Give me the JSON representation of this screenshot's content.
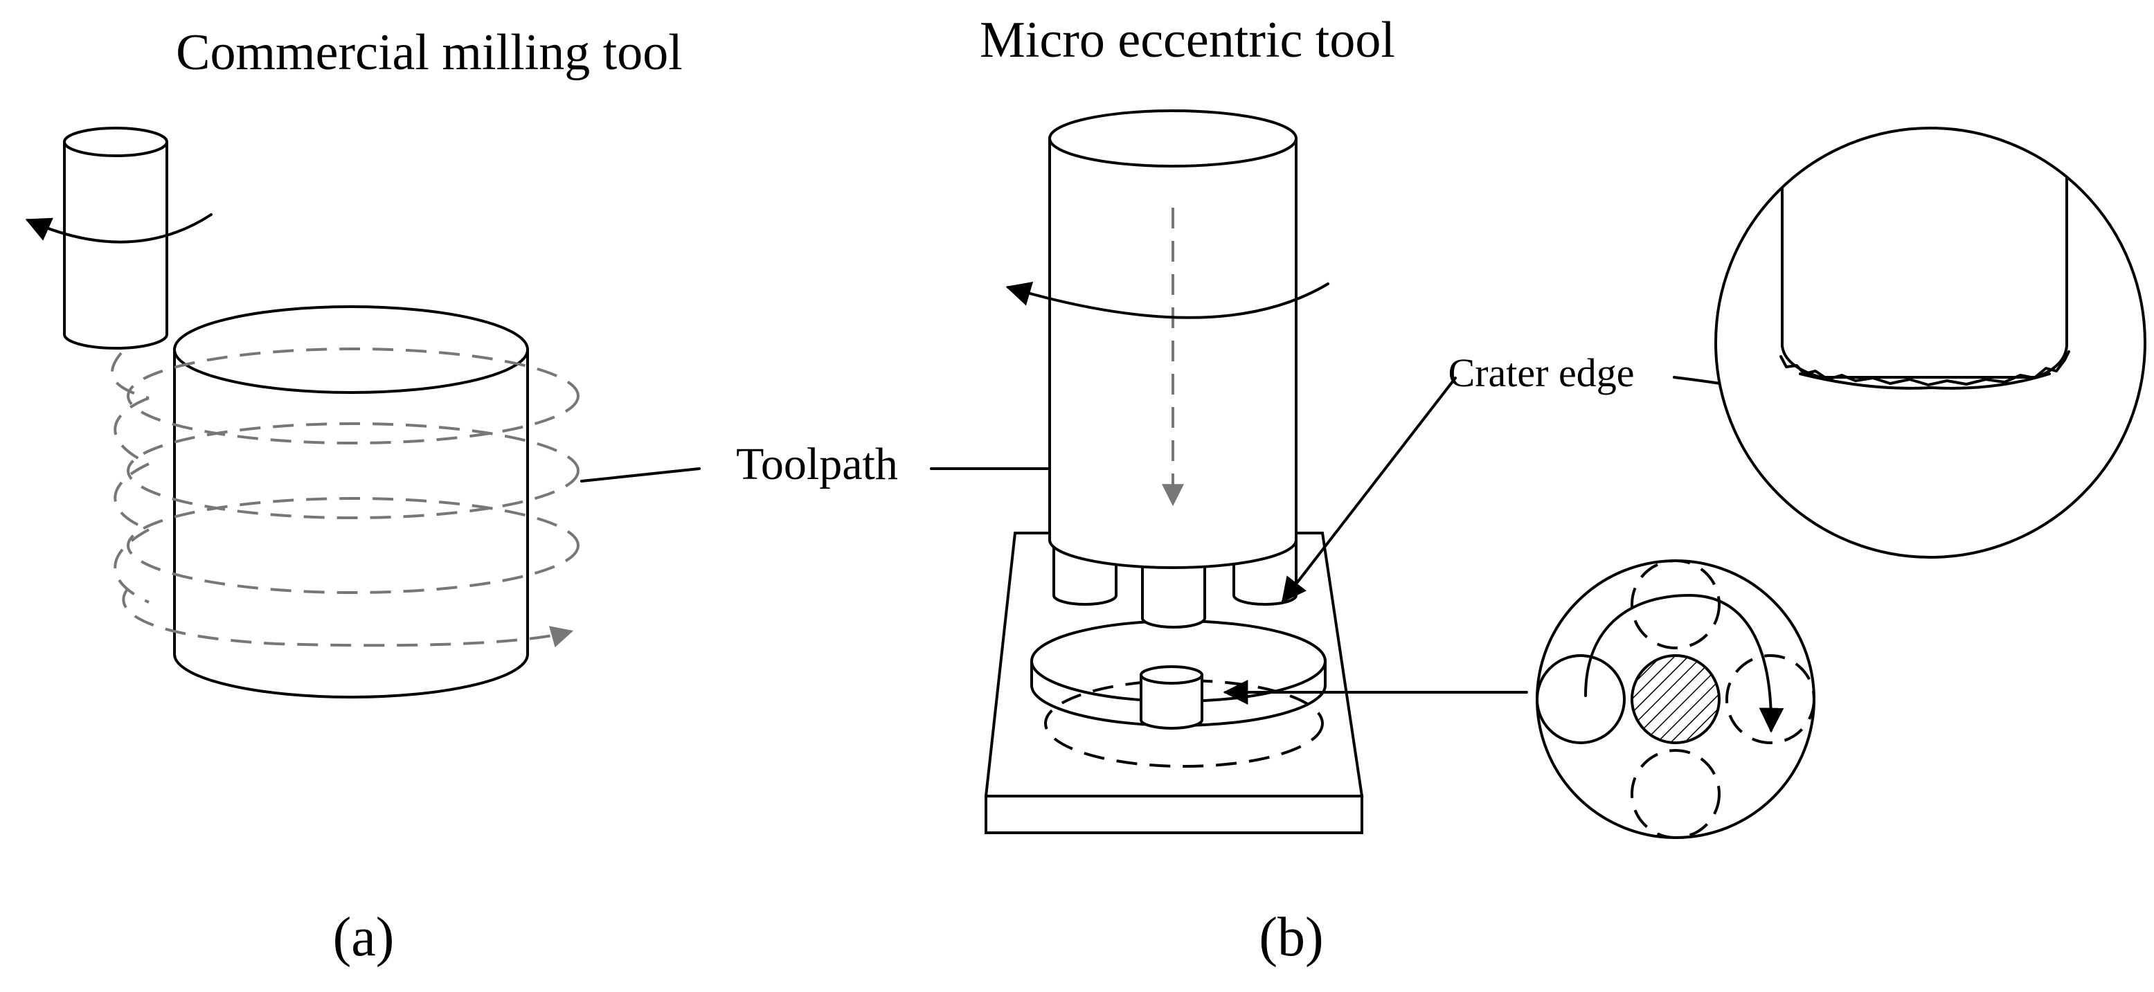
{
  "labels": {
    "title_a": "Commercial milling tool",
    "title_b": "Micro eccentric tool",
    "toolpath": "Toolpath",
    "crater_edge": "Crater edge",
    "caption_a": "(a)",
    "caption_b": "(b)"
  },
  "colors": {
    "line": "#000000",
    "toolpath_dash": "#777777",
    "background": "#ffffff"
  }
}
